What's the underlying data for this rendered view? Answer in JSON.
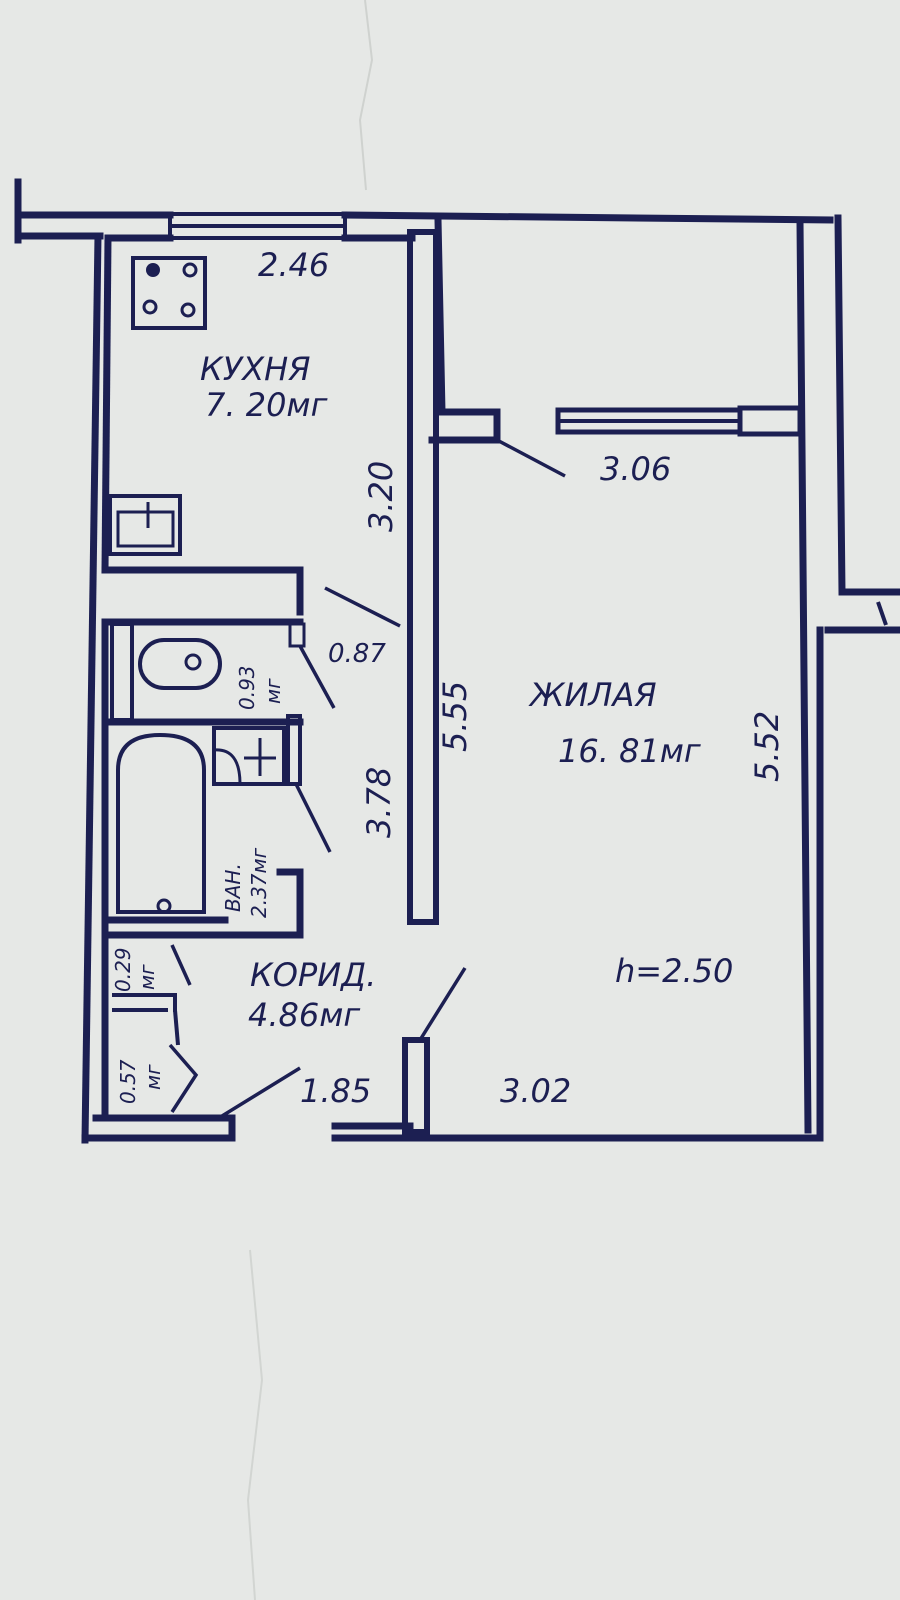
{
  "plan": {
    "kitchen": {
      "name": "КУХНЯ",
      "area": "7. 20мг",
      "width": "2.46",
      "length": "3.20"
    },
    "living": {
      "name": "ЖИЛАЯ",
      "area": "16. 81мг",
      "width_top": "3.06",
      "width_bottom": "3.02",
      "length_left": "5.55",
      "length_right": "5.52",
      "height": "h=2.50"
    },
    "wc": {
      "area": "0.93",
      "unit": "мг",
      "door": "0.87"
    },
    "bath": {
      "name": "ВАН.",
      "area": "2.37мг"
    },
    "corridor": {
      "name": "КОРИД.",
      "area": "4.86мг",
      "length": "3.78",
      "entrance": "1.85"
    },
    "closet1": {
      "area": "0.29",
      "unit": "мг"
    },
    "closet2": {
      "area": "0.57",
      "unit": "мг"
    }
  }
}
